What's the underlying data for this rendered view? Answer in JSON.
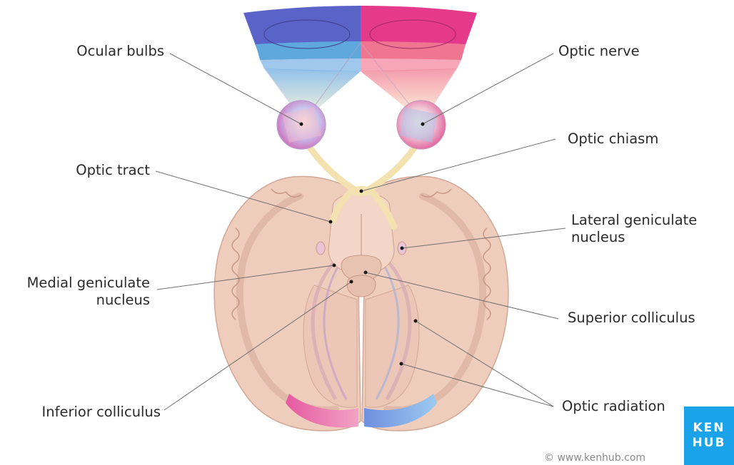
{
  "labels": {
    "ocular_bulbs": "Ocular bulbs",
    "optic_nerve": "Optic nerve",
    "optic_chiasm": "Optic chiasm",
    "optic_tract": "Optic tract",
    "lateral_geniculate_nucleus": "Lateral geniculate\nnucleus",
    "medial_geniculate_nucleus": "Medial geniculate\nnucleus",
    "superior_colliculus": "Superior colliculus",
    "inferior_colliculus": "Inferior colliculus",
    "optic_radiation": "Optic radiation"
  },
  "logo": {
    "line1": "KEN",
    "line2": "HUB"
  },
  "credit": "© www.kenhub.com",
  "colors": {
    "brain": "#f0d2c4",
    "cortex": "#e8bfae",
    "nerve": "#f3e2b0",
    "left_field": "#5a63c8",
    "right_field": "#e5398c",
    "logo": "#1aa3e8"
  }
}
